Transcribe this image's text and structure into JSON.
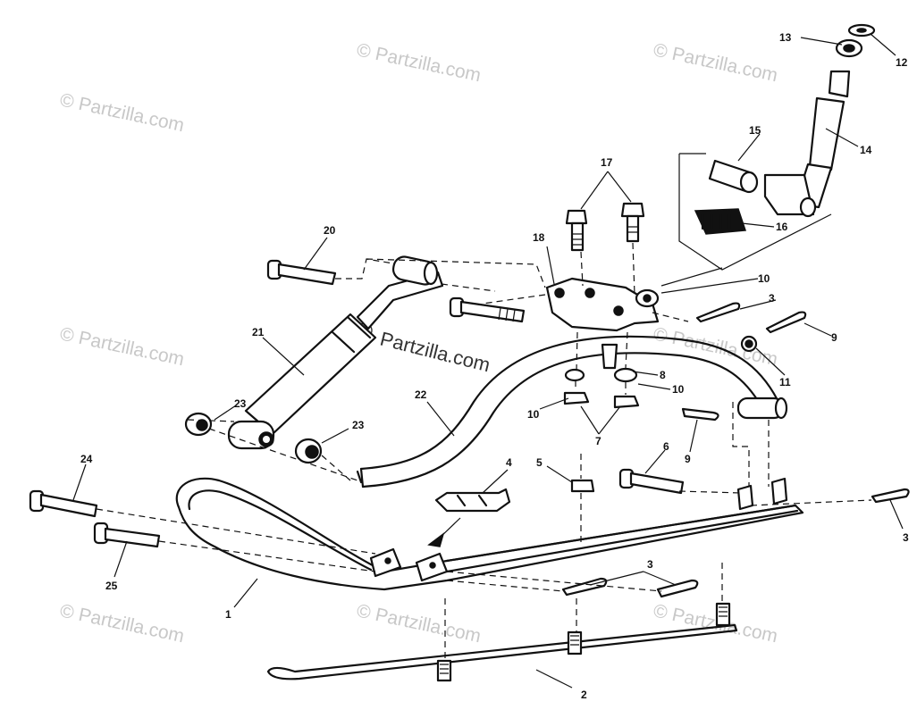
{
  "watermark": {
    "text": "© Partzilla.com",
    "center_text": "Partzilla.com",
    "center_mark": "©"
  },
  "callouts": {
    "c1": "1",
    "c2": "2",
    "c3a": "3",
    "c3b": "3",
    "c3c": "3",
    "c4": "4",
    "c5": "5",
    "c6": "6",
    "c7": "7",
    "c8": "8",
    "c9a": "9",
    "c9b": "9",
    "c10a": "10",
    "c10b": "10",
    "c10c": "10",
    "c11": "11",
    "c12": "12",
    "c13": "13",
    "c14": "14",
    "c15": "15",
    "c16": "16",
    "c17": "17",
    "c18": "18",
    "c20": "20",
    "c21": "21",
    "c22": "22",
    "c23a": "23",
    "c23b": "23",
    "c24": "24",
    "c25": "25"
  }
}
